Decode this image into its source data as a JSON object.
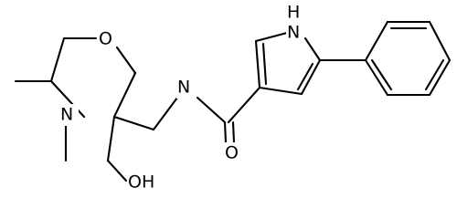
{
  "molecule": {
    "atoms": {
      "O_ring": "O",
      "N_amine": "N",
      "N_amide": "N",
      "N_pyrrole": "H",
      "O_carbonyl": "O",
      "O_hydroxyl": "OH"
    },
    "pyrrole_n_label": "N",
    "colors": {
      "bond": "#000000",
      "label": "#000000",
      "background": "#ffffff"
    }
  }
}
